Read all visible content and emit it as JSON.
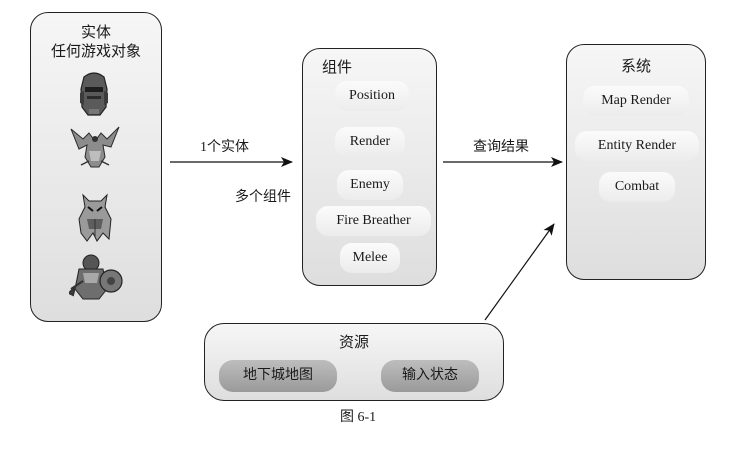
{
  "entity": {
    "title_line1": "实体",
    "title_line2": "任何游戏对象"
  },
  "components": {
    "title": "组件",
    "items": [
      "Position",
      "Render",
      "Enemy",
      "Fire Breather",
      "Melee"
    ]
  },
  "systems": {
    "title": "系统",
    "items": [
      "Map Render",
      "Entity Render",
      "Combat"
    ]
  },
  "resources": {
    "title": "资源",
    "items": [
      "地下城地图",
      "输入状态"
    ]
  },
  "arrows": {
    "entity_to_components_top": "1个实体",
    "entity_to_components_bottom": "多个组件",
    "components_to_systems": "查询结果"
  },
  "caption": "图 6-1"
}
